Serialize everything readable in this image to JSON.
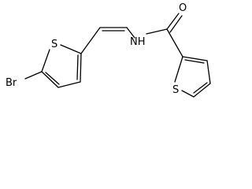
{
  "molecule": {
    "labels": {
      "bromine": "Br",
      "sulfur_left_ring": "S",
      "nh": "NH",
      "oxygen": "O",
      "sulfur_right_ring": "S"
    }
  }
}
